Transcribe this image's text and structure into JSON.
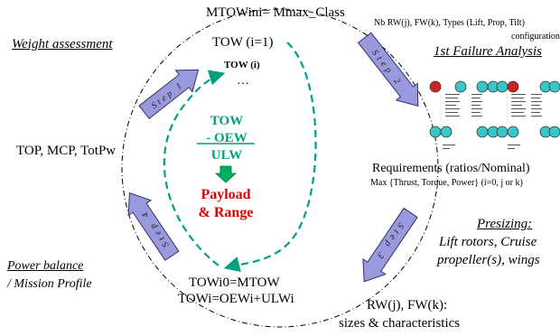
{
  "diagram": {
    "top_title": "MTOWini= Mmax_Class",
    "tow_first": "TOW (i=1)",
    "tow_i": "TOW (i)",
    "ellipsis": "…",
    "tow_eq_line1": "TOW",
    "tow_eq_line2": "- OEW",
    "tow_eq_line3": "ULW",
    "payload_line1": "Payload",
    "payload_line2": "& Range",
    "left_title": "Weight assessment",
    "power_list": "TOP, MCP, TotPw",
    "power_balance_line1": "Power balance",
    "power_balance_line2": "/ Mission Profile",
    "towi0": "TOWi0=MTOW",
    "towi": "TOWi=OEWi+ULWi",
    "rw_line1": "RW(j), FW(k):",
    "rw_line2": "sizes & characteristics",
    "presizing_title": "Presizing:",
    "presizing_line1": "Lift rotors, Cruise",
    "presizing_line2": "propeller(s), wings",
    "nb_line1": "Nb RW(j), FW(k), Types (Lift, Prop, Tilt)",
    "nb_line2": "configuration",
    "failure_title": "1st Failure Analysis",
    "req_line1": "Requirements (ratios/Nominal)",
    "req_line2": "Max {Thrust, Torque, Power} (i=0, j or k)"
  },
  "arrows": {
    "step1": "Step 1",
    "step2": "Step 2",
    "step3": "Step 3",
    "step4": "Step 4"
  },
  "colors": {
    "teal": "#00a080",
    "red": "#e00000",
    "arrow_fill": "#9999dd",
    "arrow_stroke": "#333366",
    "rotor": "#39c6c6",
    "failed_rotor": "#cc2222"
  }
}
